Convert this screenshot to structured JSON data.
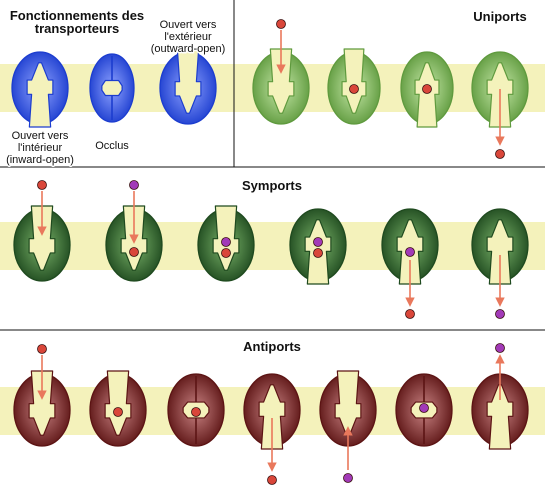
{
  "colors": {
    "membrane": "#f4f2bb",
    "divider": "#111111",
    "arrow": "#e9785c",
    "solute_red": "#d9463a",
    "solute_purple": "#a23ab8",
    "blue_dark": "#1c3dcf",
    "blue_light": "#8fa3ff",
    "green_light_dark": "#5f9a3e",
    "green_light_light": "#c6e8a8",
    "green_dark_dark": "#1f4a1f",
    "green_dark_light": "#7bb46a",
    "red_dark": "#5c1414",
    "red_light": "#c88282"
  },
  "panels": {
    "states": {
      "title_line1": "Fonctionnements des",
      "title_line2": "transporteurs",
      "inward_line1": "Ouvert vers",
      "inward_line2": "l'intérieur",
      "inward_line3": "(inward-open)",
      "occluded": "Occlus",
      "outward_line1": "Ouvert vers",
      "outward_line2": "l'extérieur",
      "outward_line3": "(outward-open)"
    },
    "uniports": {
      "title": "Uniports"
    },
    "symports": {
      "title": "Symports"
    },
    "antiports": {
      "title": "Antiports"
    }
  }
}
